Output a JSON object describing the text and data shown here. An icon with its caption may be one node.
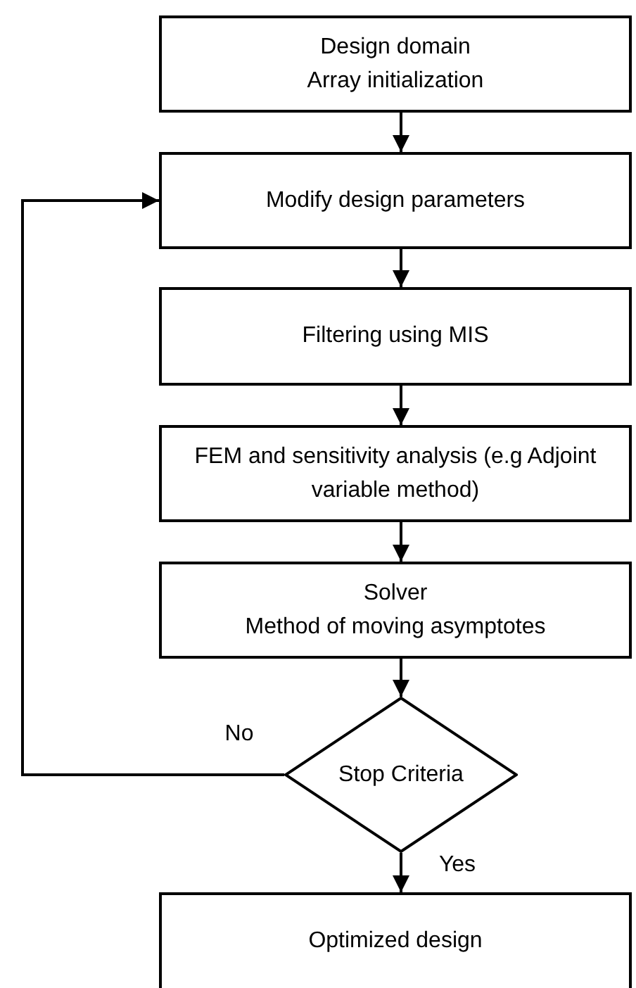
{
  "diagram": {
    "nodes": [
      {
        "text": [
          "Design domain",
          "Array initialization"
        ]
      },
      {
        "text": [
          "Modify design parameters"
        ]
      },
      {
        "text": [
          "Filtering using MIS"
        ]
      },
      {
        "text": [
          "FEM and sensitivity analysis (e.g Adjoint variable method)"
        ]
      },
      {
        "text": [
          "Solver",
          "Method of moving asymptotes"
        ]
      },
      {
        "text": [
          "Stop Criteria"
        ]
      },
      {
        "text": [
          "Optimized design"
        ]
      }
    ],
    "edges": [
      {
        "from": 0,
        "to": 1,
        "arrow": "to"
      },
      {
        "from": 1,
        "to": 2,
        "arrow": "to"
      },
      {
        "from": 2,
        "to": 3,
        "arrow": "to"
      },
      {
        "from": 3,
        "to": 4,
        "arrow": "to"
      },
      {
        "from": 4,
        "to": 5,
        "arrow": "to"
      },
      {
        "from": 5,
        "to": 1,
        "arrow": "to",
        "label": "No"
      },
      {
        "from": 5,
        "to": 6,
        "arrow": "to",
        "label": "Yes"
      }
    ]
  }
}
